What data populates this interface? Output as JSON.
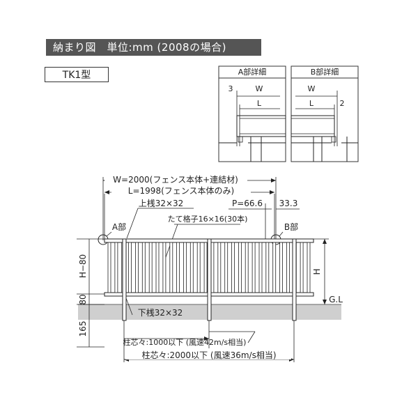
{
  "header": {
    "title": "納まり図　単位:mm (2008の場合)"
  },
  "model_type": "TK1型",
  "detail_a": {
    "title": "A部詳細",
    "dim_3": "3",
    "dim_w": "W",
    "dim_l": "L"
  },
  "detail_b": {
    "title": "B部詳細",
    "dim_w": "W",
    "dim_l": "L",
    "dim_2": "2"
  },
  "main": {
    "w_label": "W=2000(フェンス本体+連結材)",
    "l_label": "L=1998(フェンス本体のみ)",
    "top_rail": "上桟32×32",
    "p_label": "P=66.6",
    "end_dim": "33.3",
    "picket": "たて格子16×16(30本)",
    "part_a": "A部",
    "part_b": "B部",
    "h_minus": "H−80",
    "h": "H",
    "gl": "G.L",
    "dim_80": "80",
    "dim_165": "165",
    "bottom_rail": "下桟32×32",
    "post_1000": "柱芯々:1000以下 (風速42m/s相当)",
    "post_2000": "柱芯々:2000以下 (風速36m/s相当)"
  }
}
